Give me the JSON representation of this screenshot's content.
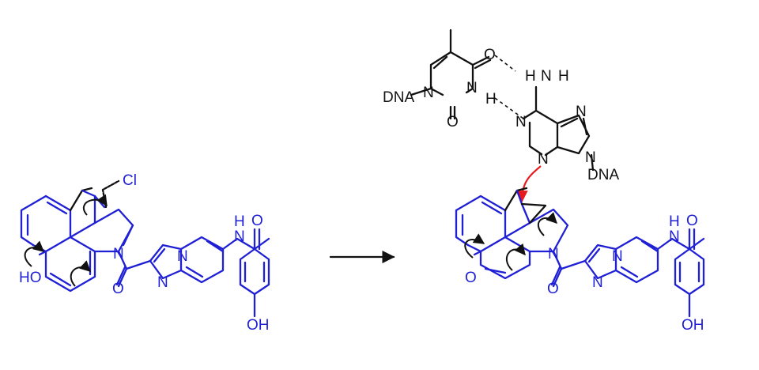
{
  "colors": {
    "drug": "#1f1fd6",
    "dna": "#111111",
    "attack_arrow": "#e8191c",
    "background": "#ffffff"
  },
  "left_molecule": {
    "cl": "Cl",
    "n_indoline": "N",
    "ho": "HO",
    "o_carbonyl": "O",
    "n_bridge": "N",
    "n_imidazole": "N",
    "n_amide": "N",
    "h_amide": "H",
    "o_amide": "O",
    "oh": "OH"
  },
  "reaction_arrow": "reaction-arrow",
  "thymine": {
    "o_top": "O",
    "h1": "H",
    "n3": "N",
    "o2": "O",
    "n1": "N",
    "dna": "DNA"
  },
  "adenine": {
    "h_a": "H",
    "n6": "N",
    "h_b": "H",
    "n1": "N",
    "n3": "N",
    "n7": "N",
    "n9": "N",
    "dna": "DNA"
  },
  "right_molecule": {
    "o_ketone": "O",
    "n_indoline": "N",
    "o_carbonyl": "O",
    "n_bridge": "N",
    "n_imidazole": "N",
    "n_amide": "N",
    "h_amide": "H",
    "o_amide": "O",
    "oh": "OH"
  }
}
